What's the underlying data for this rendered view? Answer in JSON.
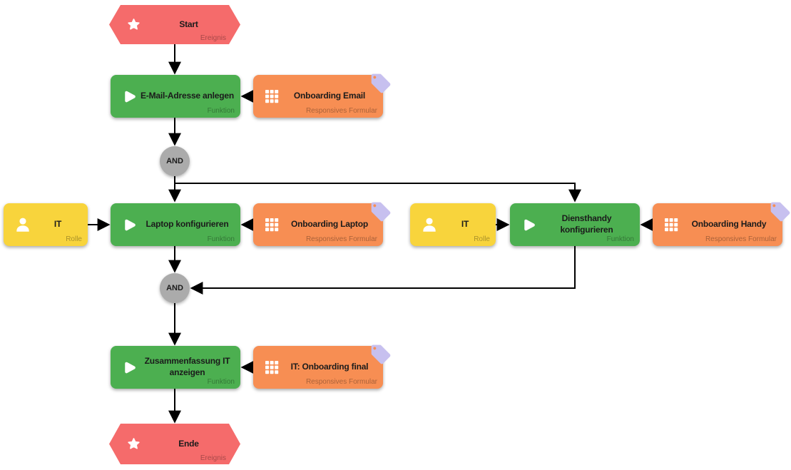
{
  "diagram_type": "process-flow",
  "nodes": {
    "start": {
      "label": "Start",
      "type_label": "Ereignis"
    },
    "email": {
      "label": "E-Mail-Adresse anlegen",
      "type_label": "Funktion"
    },
    "form_email": {
      "label": "Onboarding Email",
      "type_label": "Responsives Formular"
    },
    "and1": {
      "label": "AND"
    },
    "role_laptop": {
      "label": "IT",
      "type_label": "Rolle"
    },
    "laptop": {
      "label": "Laptop konfigurieren",
      "type_label": "Funktion"
    },
    "form_laptop": {
      "label": "Onboarding Laptop",
      "type_label": "Responsives Formular"
    },
    "role_handy": {
      "label": "IT",
      "type_label": "Rolle"
    },
    "handy": {
      "label": "Diensthandy konfigurieren",
      "type_label": "Funktion"
    },
    "form_handy": {
      "label": "Onboarding Handy",
      "type_label": "Responsives Formular"
    },
    "and2": {
      "label": "AND"
    },
    "summary": {
      "label": "Zusammenfassung IT anzeigen",
      "type_label": "Funktion"
    },
    "form_summary": {
      "label": "IT: Onboarding final",
      "type_label": "Responsives Formular"
    },
    "end": {
      "label": "Ende",
      "type_label": "Ereignis"
    }
  },
  "colors": {
    "event": "#f56b6b",
    "function": "#4caf50",
    "role": "#f8d43c",
    "form": "#f78e53",
    "gateway": "#ababab",
    "tag": "#c7c0ef",
    "connector": "#000000"
  }
}
